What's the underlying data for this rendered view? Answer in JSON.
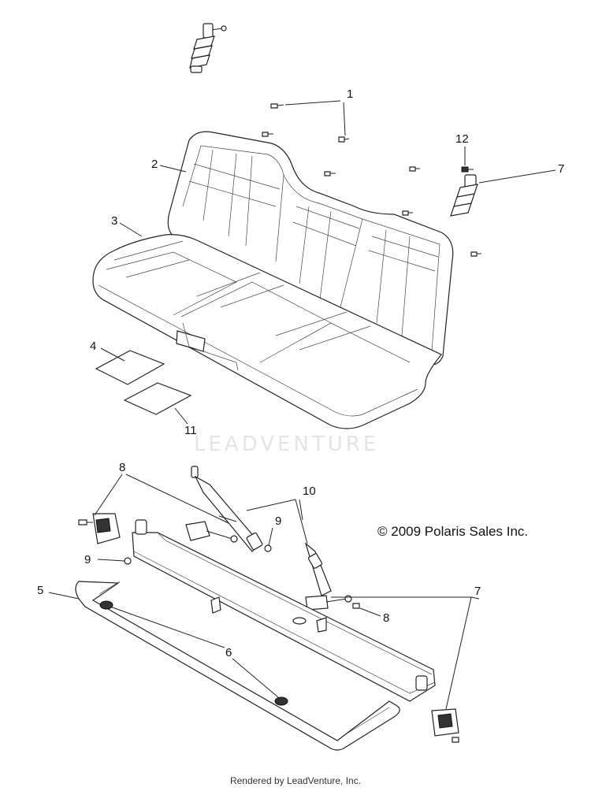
{
  "callouts": {
    "c1": "1",
    "c2": "2",
    "c3": "3",
    "c4": "4",
    "c5": "5",
    "c6": "6",
    "c7a": "7",
    "c7b": "7",
    "c8a": "8",
    "c8b": "8",
    "c9a": "9",
    "c9b": "9",
    "c10": "10",
    "c11": "11",
    "c12": "12"
  },
  "copyright": "© 2009 Polaris Sales Inc.",
  "watermark": "LEADVENTURE",
  "footer": "Rendered by LeadVenture, Inc.",
  "colors": {
    "line": "#222222",
    "background": "#ffffff",
    "watermark": "#e4e4e4"
  }
}
